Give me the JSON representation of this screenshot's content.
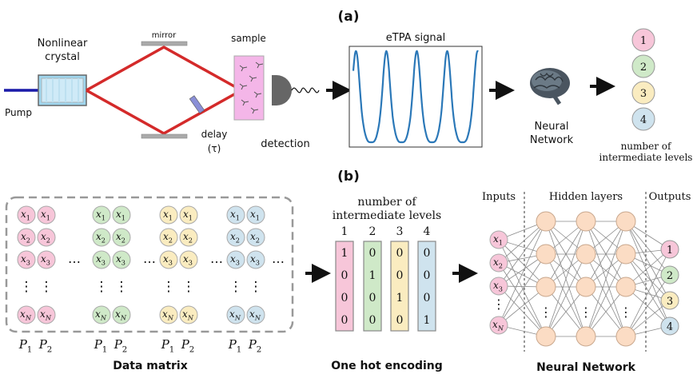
{
  "panel_a": {
    "label": "(a)",
    "crystal_label_1": "Nonlinear",
    "crystal_label_2": "crystal",
    "mirror_label": "mirror",
    "sample_label": "sample",
    "pump_label": "Pump",
    "delay_label_1": "delay",
    "delay_label_2": "(τ)",
    "detection_label": "detection",
    "signal_title": "eTPA signal",
    "nn_label_1": "Neural",
    "nn_label_2": "Network",
    "level_circles": [
      "1",
      "2",
      "3",
      "4"
    ],
    "levels_caption_1": "number of",
    "levels_caption_2": "intermediate levels"
  },
  "panel_b": {
    "label": "(b)",
    "data_matrix_caption": "Data matrix",
    "row_symbols": [
      "x1",
      "x2",
      "x3",
      "xN"
    ],
    "column_labels": [
      "P1",
      "P2"
    ],
    "ellipsis": "…",
    "vertical_dots": "⋮",
    "onehot_header_1": "number of",
    "onehot_header_2": "intermediate levels",
    "onehot_columns": [
      "1",
      "2",
      "3",
      "4"
    ],
    "onehot_matrix": [
      [
        "1",
        "0",
        "0",
        "0"
      ],
      [
        "0",
        "1",
        "0",
        "0"
      ],
      [
        "0",
        "0",
        "1",
        "0"
      ],
      [
        "0",
        "0",
        "0",
        "1"
      ]
    ],
    "onehot_caption": "One hot encoding",
    "nn_inputs_label": "Inputs",
    "nn_hidden_label": "Hidden layers",
    "nn_outputs_label": "Outputs",
    "nn_input_nodes": [
      "x1",
      "x2",
      "x3",
      "xN"
    ],
    "nn_output_nodes": [
      "1",
      "2",
      "3",
      "4"
    ],
    "nn_caption": "Neural Network"
  },
  "colors": {
    "pink": "#f7c6d9",
    "green": "#cfe9c8",
    "yellow": "#faecc0",
    "blue": "#cfe3ee",
    "laser_red": "#d42a2a",
    "pump_blue": "#1a1aa8",
    "signal_blue": "#2b78b8",
    "hidden_node": "#fbdcc4"
  }
}
